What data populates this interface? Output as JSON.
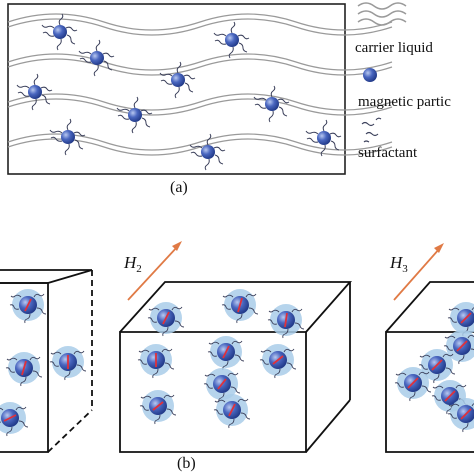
{
  "panel_a": {
    "caption": "(a)",
    "legend": {
      "carrier_liquid": "carrier liquid",
      "magnetic_particle": "magnetic partic",
      "surfactant": "surfactant"
    }
  },
  "panel_b": {
    "caption": "(b)",
    "field_2": {
      "symbol": "H",
      "subscript": "2"
    },
    "field_3": {
      "symbol": "H",
      "subscript": "3"
    }
  },
  "colors": {
    "particle": "#3f5fb8",
    "halo": "#a9cde9",
    "field_arrow": "#e07a45",
    "dipole": "#e0303a",
    "carrier_lines": "#9a9a9a",
    "surfactant": "#3a3f5a"
  }
}
